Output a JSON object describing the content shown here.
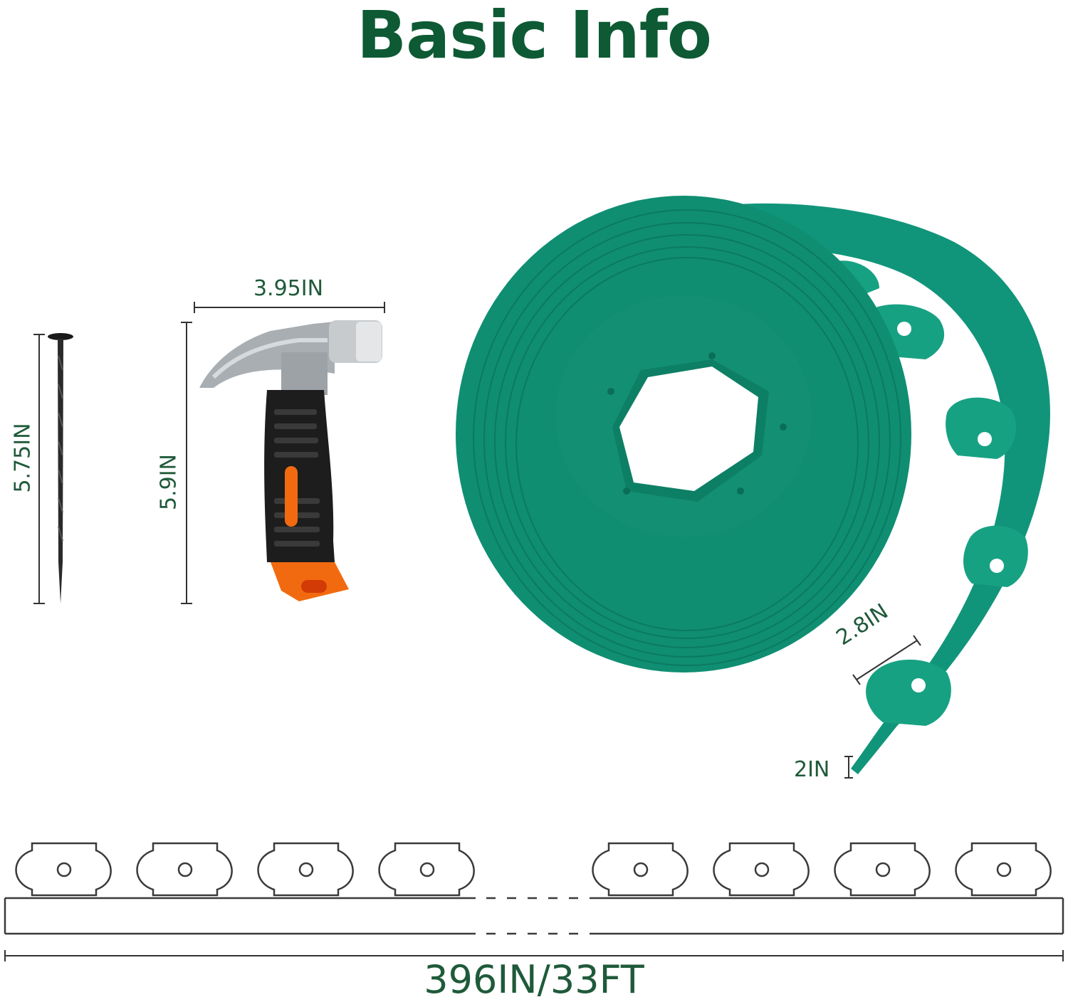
{
  "title": "Basic Info",
  "dimensions": {
    "stake_length": "5.75IN",
    "hammer_height": "5.9IN",
    "hammer_width": "3.95IN",
    "tab_width": "2.8IN",
    "edging_height": "2IN",
    "total_length": "396IN/33FT"
  },
  "colors": {
    "title": "#0d5a35",
    "edging_green": "#11957a",
    "label": "#1f5a3a",
    "handle_orange": "#f26a0f"
  },
  "icons": [
    "stake",
    "hammer",
    "edging-coil",
    "edging-strip-diagram"
  ]
}
